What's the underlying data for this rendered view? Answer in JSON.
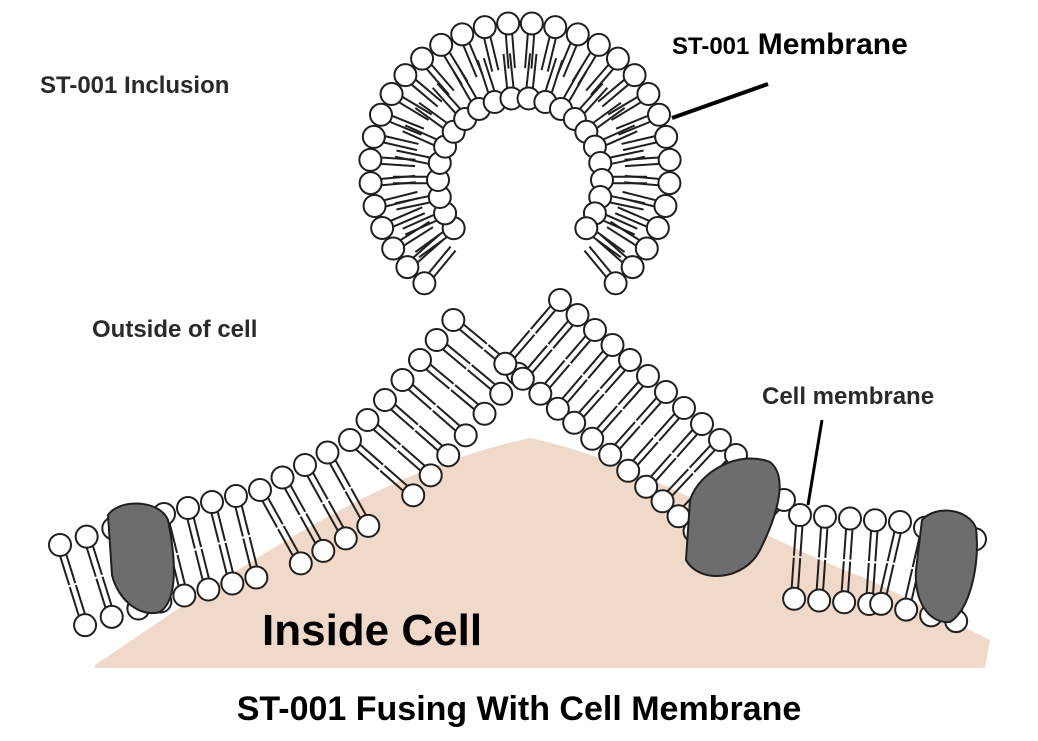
{
  "labels": {
    "inclusion": "ST-001 Inclusion",
    "st_membrane_prefix": "ST-001",
    "st_membrane_word": "Membrane",
    "outside": "Outside of cell",
    "cell_membrane": "Cell membrane",
    "inside": "Inside Cell",
    "caption": "ST-001 Fusing With Cell Membrane"
  },
  "colors": {
    "cytoplasm": "#f0d9c9",
    "lipid_head_fill": "#ffffff",
    "lipid_outline": "#1f1f1f",
    "protein": "#6d6d6d"
  }
}
